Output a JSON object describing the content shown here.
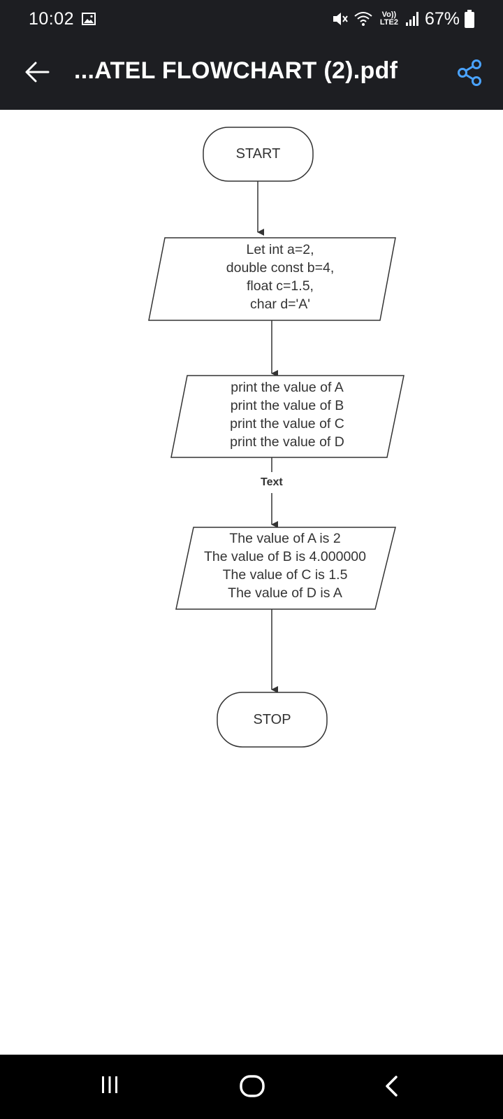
{
  "status_bar": {
    "time": "10:02",
    "network": "Vo)) LTE2",
    "battery": "67%"
  },
  "app_bar": {
    "title": "...ATEL FLOWCHART (2).pdf"
  },
  "flowchart": {
    "start": "START",
    "declare_lines": [
      "Let int a=2,",
      "double const b=4,",
      "float c=1.5,",
      "char d='A'"
    ],
    "print_lines": [
      "print the value of A",
      "print the value of B",
      "print the value of C",
      "print the value of D"
    ],
    "edge_label": "Text",
    "output_lines": [
      "The value of A is 2",
      "The value of B is 4.000000",
      "The value of C is 1.5",
      "The value of D is A"
    ],
    "stop": "STOP"
  },
  "icons": {
    "gallery": "image-icon",
    "mute": "mute-icon",
    "wifi": "wifi-icon",
    "signal": "signal-icon",
    "battery": "battery-icon",
    "back": "back-arrow-icon",
    "share": "share-icon",
    "nav_recent": "recent-apps-icon",
    "nav_home": "home-icon",
    "nav_back": "nav-back-icon"
  },
  "colors": {
    "top_bar": "#1d1e22",
    "share_accent": "#4aa3ff",
    "nav_bar": "#000000",
    "stroke": "#333333"
  }
}
